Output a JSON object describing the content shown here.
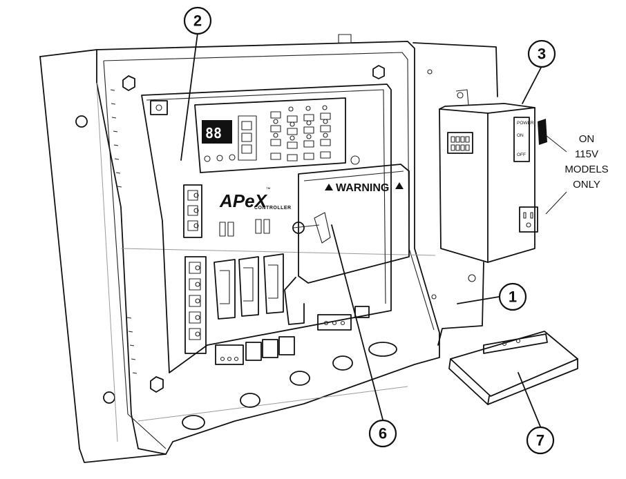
{
  "callouts": [
    {
      "number": "1",
      "part": "backplate"
    },
    {
      "number": "2",
      "part": "control-board"
    },
    {
      "number": "3",
      "part": "power-box"
    },
    {
      "number": "6",
      "part": "warning-cover"
    },
    {
      "number": "7",
      "part": "mounting-tray"
    }
  ],
  "power_note": {
    "line1": "ON",
    "line2": "115V",
    "line3": "MODELS",
    "line4": "ONLY"
  },
  "controller": {
    "brand": "APeX",
    "trademark": "™",
    "subtitle": "CONTROLLER",
    "display_digits": "88"
  },
  "warning_label": "WARNING",
  "power_switch": {
    "label_power": "POWER",
    "label_on": "ON",
    "label_off": "OFF"
  }
}
